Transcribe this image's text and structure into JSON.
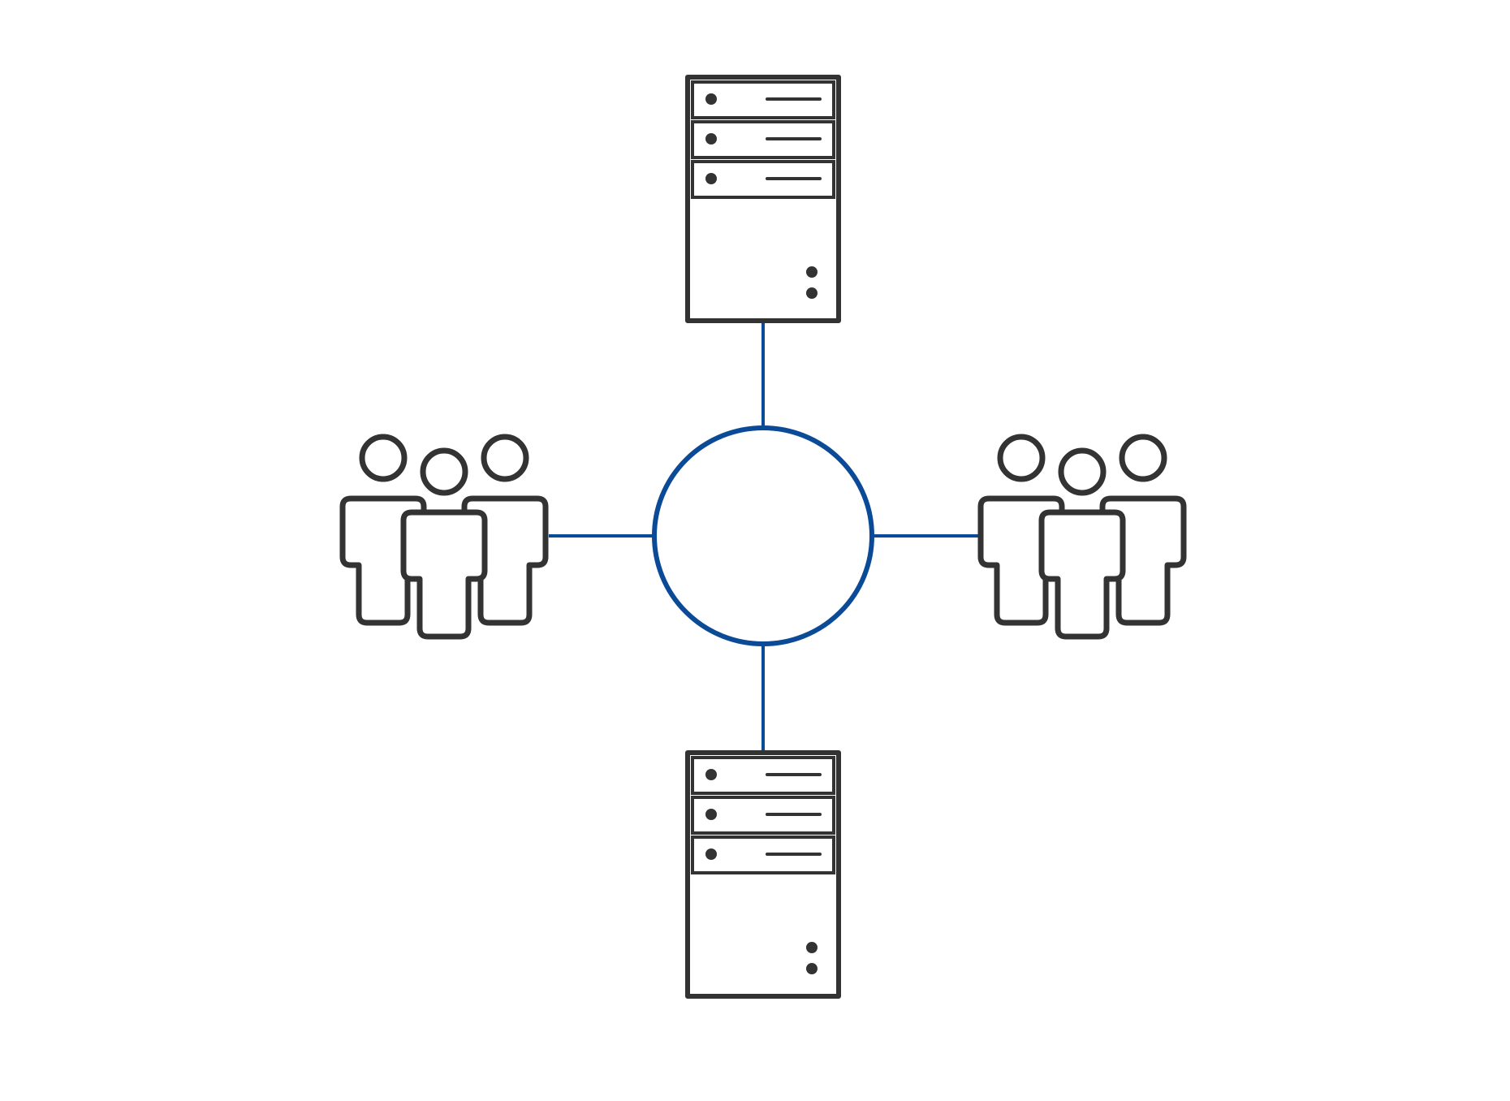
{
  "colors": {
    "background": "#ffffff",
    "icon_stroke": "#333333",
    "network_line": "#0b4a96"
  },
  "diagram": {
    "hub": {
      "icon": "network-hub-circle"
    },
    "nodes": [
      {
        "id": "server-top",
        "icon": "server-tower-icon"
      },
      {
        "id": "server-bottom",
        "icon": "server-tower-icon"
      },
      {
        "id": "users-left",
        "icon": "user-group-icon"
      },
      {
        "id": "users-right",
        "icon": "user-group-icon"
      }
    ],
    "links": [
      {
        "from": "hub",
        "to": "server-top"
      },
      {
        "from": "hub",
        "to": "server-bottom"
      },
      {
        "from": "hub",
        "to": "users-left"
      },
      {
        "from": "hub",
        "to": "users-right"
      }
    ]
  }
}
